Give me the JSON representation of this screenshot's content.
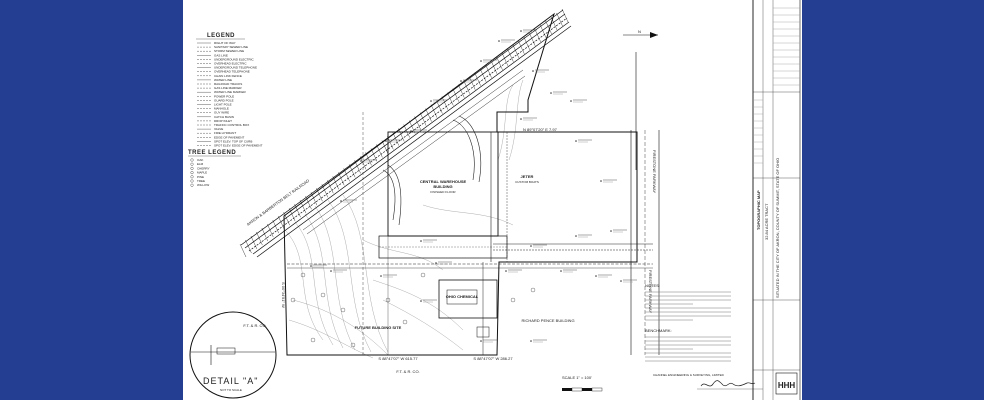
{
  "legend": {
    "title": "LEGEND",
    "items": [
      "RIGHT OF WAY",
      "SANITARY SEWER LINE",
      "STORM SEWER LINE",
      "GAS LINE",
      "UNDERGROUND ELECTRIC",
      "OVERHEAD ELECTRIC",
      "UNDERGROUND TELEPHONE",
      "OVERHEAD TELEPHONE",
      "CHAIN LINK FENCE",
      "WATER LINE",
      "RAILROAD TRACKS",
      "GAS LINE MARKER",
      "WATER LINE MARKER",
      "POWER POLE",
      "GUARD POLE",
      "LIGHT POLE",
      "MANHOLE",
      "GUY WIRE",
      "CATCH BASIN",
      "DROP INLET",
      "TRAFFIC CONTROL BOX",
      "VALVE",
      "FIRE HYDRANT",
      "EDGE OF PAVEMENT",
      "SPOT ELEV. TOP OF CURB",
      "SPOT ELEV. EDGE OF PAVEMENT"
    ]
  },
  "tree_legend": {
    "title": "TREE LEGEND",
    "items": [
      "OAK",
      "ELM",
      "CHERRY",
      "MAPLE",
      "PINE",
      "TREE",
      "WILLOW"
    ]
  },
  "railroad_label": "AKRON & BARBERTON BELT RAILROAD",
  "buildings": {
    "central_warehouse": [
      "CENTRAL WAREHOUSE",
      "BUILDING"
    ],
    "jeter": "JETER",
    "ohio_chemical": "OHIO CHEMICAL",
    "future_site": "FUTURE BUILDING SITE",
    "richard_pence": "RICHARD PENCE BUILDING"
  },
  "parkway_label": "FIRESTONE PARKWAY",
  "bearings": {
    "bottom": "S 88°47'07\" W   615.77",
    "bottom_right": "S 88°47'07\" W   286.27",
    "east_upper": "N 89°07'20\" E  7.97",
    "west": "S 00°34'51\" W"
  },
  "adjacent_owner": "F.T. & R. CO.",
  "notes": {
    "title": "NOTES:",
    "benchmark_title": "BENCHMARK:"
  },
  "detail": {
    "title": "DETAIL \"A\"",
    "subtitle": "NOT TO SCALE"
  },
  "scale_label": "SCALE  1\" = 100'",
  "title_block": {
    "sheet_title": "TOPOGRAPHIC MAP",
    "subtitle": "32.84 ACRE TRACT",
    "location": "SITUATED IN THE CITY OF AKRON, COUNTY OF SUMMIT, STATE OF OHIO",
    "firm": "CHANNEL ENGINEERING & SURVEYING, LIMITED",
    "logo_text": "HHH"
  }
}
